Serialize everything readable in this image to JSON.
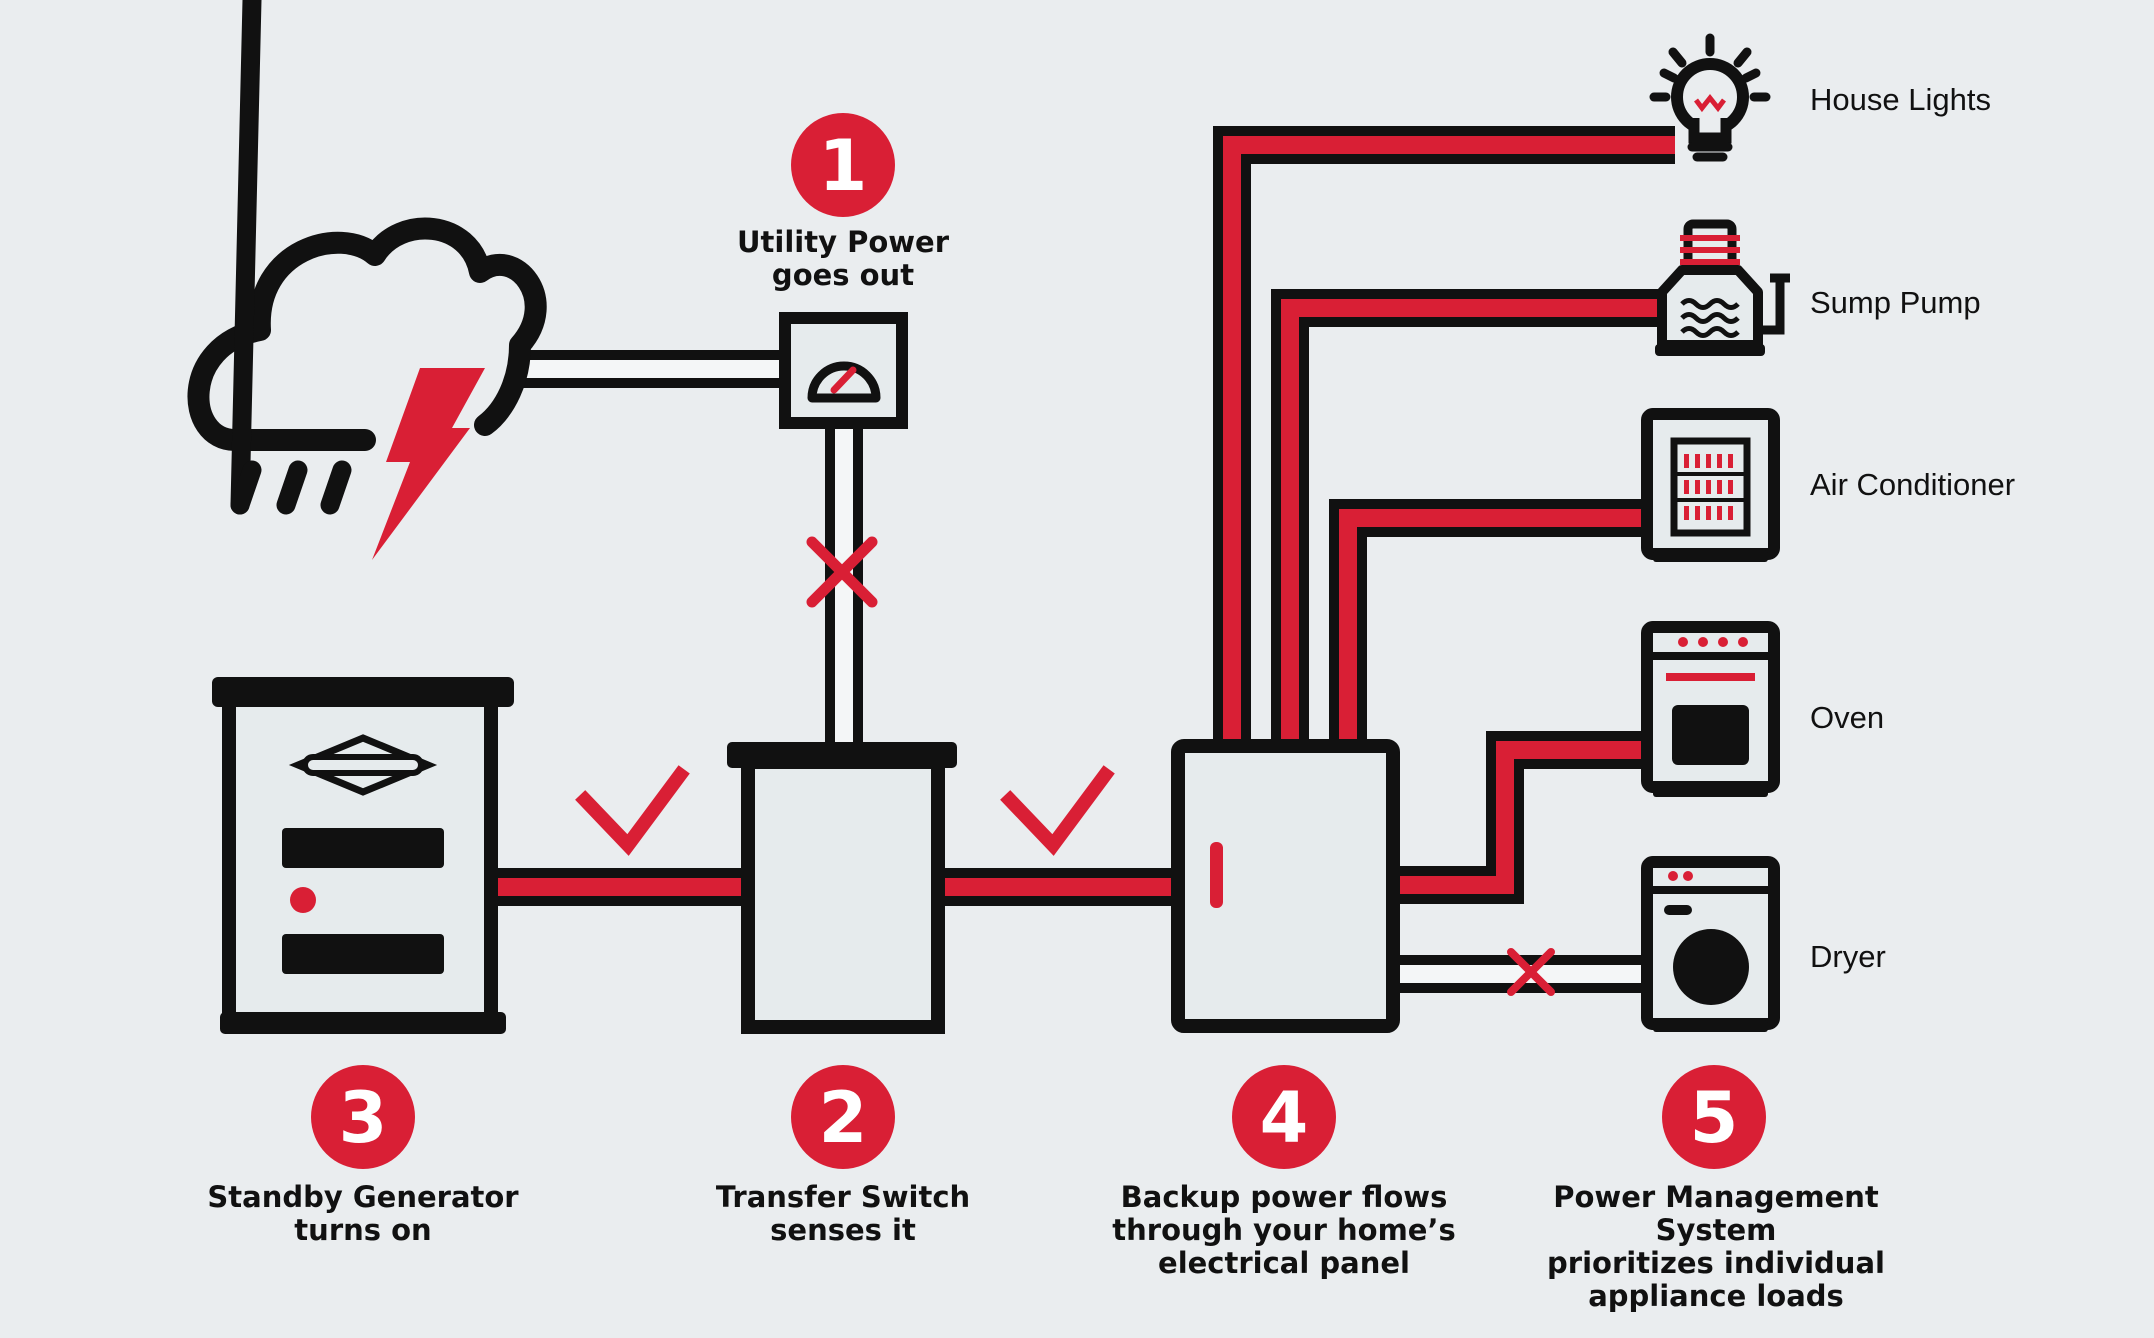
{
  "colors": {
    "background": "#eaedef",
    "red": "#d91f35",
    "black": "#111111",
    "box": "#e6ebed"
  },
  "steps": [
    {
      "number": "1",
      "caption": "Utility Power\ngoes out"
    },
    {
      "number": "2",
      "caption": "Transfer Switch\nsenses it"
    },
    {
      "number": "3",
      "caption": "Standby Generator\nturns on"
    },
    {
      "number": "4",
      "caption": "Backup power flows\nthrough your home’s\nelectrical panel"
    },
    {
      "number": "5",
      "caption": "Power Management System\nprioritizes individual\nappliance loads"
    }
  ],
  "appliances": [
    {
      "label": "House Lights",
      "icon": "light-bulb-icon",
      "powered": true
    },
    {
      "label": "Sump Pump",
      "icon": "sump-pump-icon",
      "powered": true
    },
    {
      "label": "Air Conditioner",
      "icon": "air-conditioner-icon",
      "powered": true
    },
    {
      "label": "Oven",
      "icon": "oven-icon",
      "powered": true
    },
    {
      "label": "Dryer",
      "icon": "dryer-icon",
      "powered": false
    }
  ]
}
